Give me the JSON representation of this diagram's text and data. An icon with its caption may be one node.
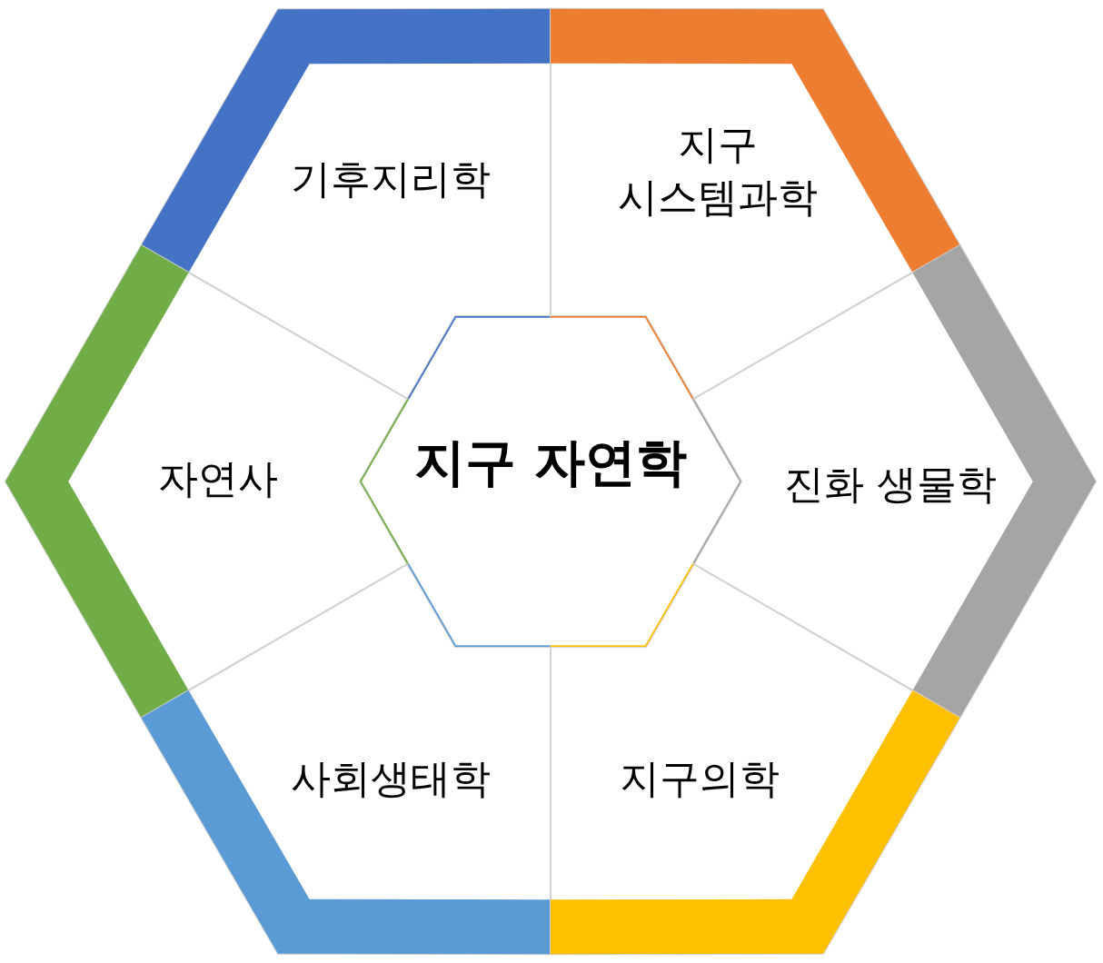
{
  "diagram": {
    "nodes": [
      {
        "text": [
          "기후지리학"
        ]
      },
      {
        "text": [
          "지구 시스템과학"
        ]
      },
      {
        "text": [
          "자연사"
        ]
      },
      {
        "text": [
          "지구 자연학"
        ]
      },
      {
        "text": [
          "진화 생물학"
        ]
      },
      {
        "text": [
          "사회생태학"
        ]
      },
      {
        "text": [
          "지구의학"
        ]
      }
    ]
  }
}
